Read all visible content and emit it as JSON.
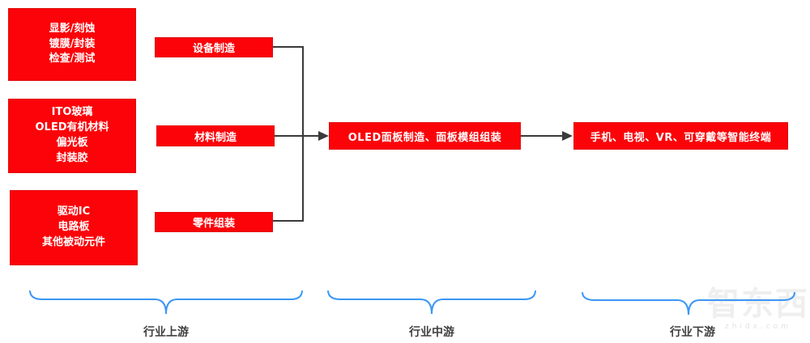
{
  "diagram": {
    "title_semantic": "OLED industry chain diagram",
    "colors": {
      "box_red": "#fb0309",
      "box_border": "#e00b0e",
      "box_text": "#ffffff",
      "connector": "#3a3a3a",
      "brace_blue": "#3b96f5",
      "label_text": "#404040"
    },
    "upstream_boxes": [
      "显影/刻蚀\n镀膜/封装\n检查/测试",
      "ITO玻璃\nOLED有机材料\n偏光板\n封装胶",
      "驱动IC\n电路板\n其他被动元件"
    ],
    "category_boxes": [
      "设备制造",
      "材料制造",
      "零件组装"
    ],
    "midstream_box": "OLED面板制造、面板模组组装",
    "downstream_box": "手机、电视、VR、可穿戴等智能终端",
    "segment_labels": [
      "行业上游",
      "行业中游",
      "行业下游"
    ],
    "watermark": {
      "text": "智东西",
      "subtext": "zhidx.com"
    }
  }
}
